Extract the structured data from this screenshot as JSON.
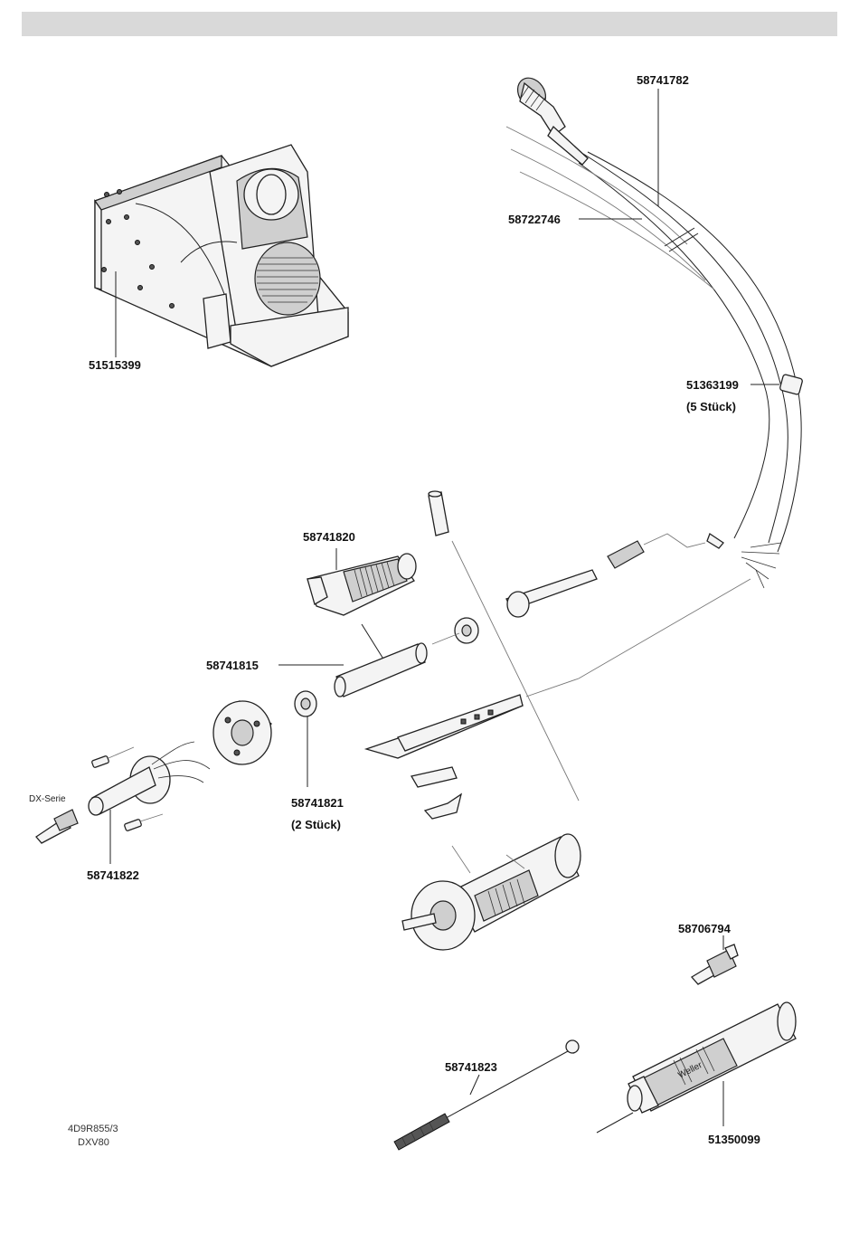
{
  "parts": {
    "stand": "51515399",
    "cable_connector": "58741782",
    "cable_hose": "58722746",
    "clip": "51363199",
    "clip_qty": "(5 Stück)",
    "heating_housing": "58741820",
    "tube": "58741815",
    "seal": "58741821",
    "seal_qty": "(2 Stück)",
    "nozzle_holder": "58741822",
    "nozzle_series": "DX-Serie",
    "nozzle": "58706794",
    "cleaning_brush": "58741823",
    "handle": "51350099"
  },
  "document": {
    "code": "4D9R855/3",
    "model": "DXV80"
  },
  "icons": {
    "brand_on_handle": "Weller"
  }
}
